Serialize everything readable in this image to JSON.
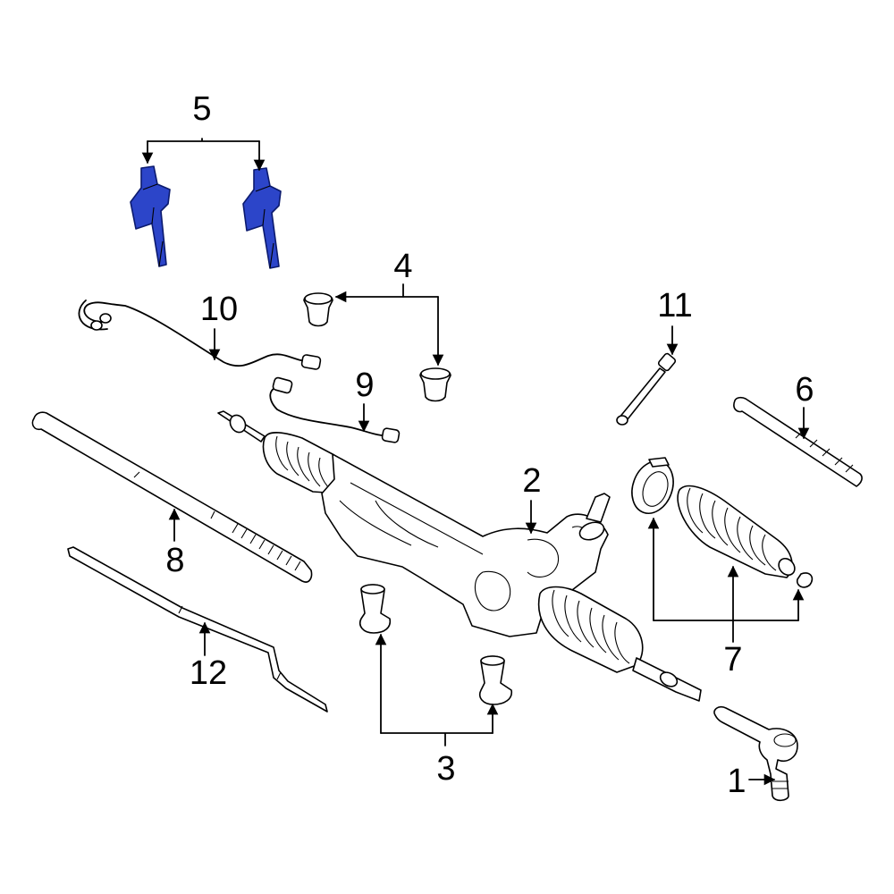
{
  "callouts": {
    "c1": "1",
    "c2": "2",
    "c3": "3",
    "c4": "4",
    "c5": "5",
    "c6": "6",
    "c7": "7",
    "c8": "8",
    "c9": "9",
    "c10": "10",
    "c11": "11",
    "c12": "12"
  },
  "colors": {
    "highlight": "#2c45c9",
    "highlight_outline": "#0b1a6e",
    "line": "#000000",
    "background": "#ffffff"
  }
}
